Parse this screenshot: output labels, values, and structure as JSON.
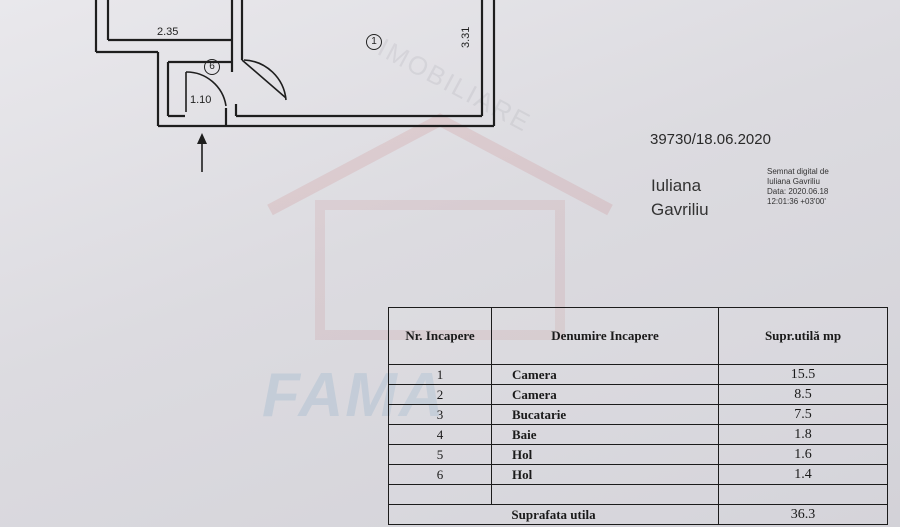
{
  "floor_plan": {
    "dimensions": [
      "2.35",
      "3.31",
      "1.10"
    ],
    "room_markers": [
      "1",
      "6"
    ]
  },
  "document": {
    "registration": "39730/18.06.2020"
  },
  "signature": {
    "name": "Iuliana Gavriliu",
    "detail": [
      "Semnat digital de",
      "Iuliana Gavriliu",
      "Data: 2020.06.18",
      "12:01:36 +03'00'"
    ]
  },
  "watermark": {
    "text": "FAMA",
    "secondary": "IMOBILIARE"
  },
  "table": {
    "headers": [
      "Nr. Incapere",
      "Denumire Incapere",
      "Supr.utilă mp"
    ],
    "rows": [
      {
        "nr": "1",
        "name": "Camera",
        "area": "15.5"
      },
      {
        "nr": "2",
        "name": "Camera",
        "area": "8.5"
      },
      {
        "nr": "3",
        "name": "Bucatarie",
        "area": "7.5"
      },
      {
        "nr": "4",
        "name": "Baie",
        "area": "1.8"
      },
      {
        "nr": "5",
        "name": "Hol",
        "area": "1.6"
      },
      {
        "nr": "6",
        "name": "Hol",
        "area": "1.4"
      }
    ],
    "total": {
      "label": "Suprafata utila",
      "area": "36.3"
    }
  }
}
